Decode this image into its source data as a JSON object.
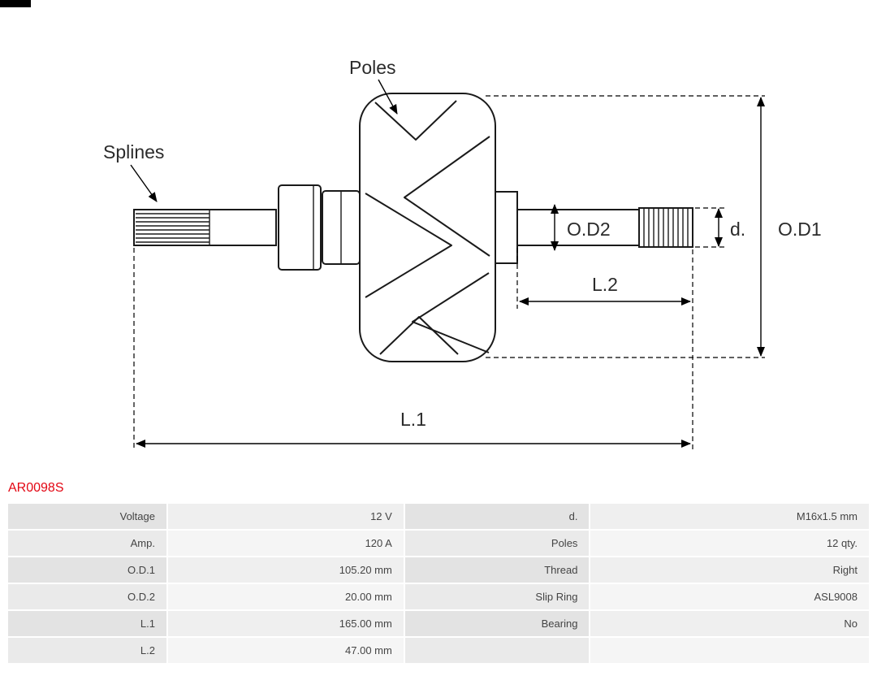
{
  "part_number": "AR0098S",
  "colors": {
    "part_number_red": "#e30613",
    "drawing_line": "#1a1a1a",
    "table_label_bg": "#e3e3e3",
    "table_value_bg": "#efefef"
  },
  "diagram": {
    "labels": {
      "poles": "Poles",
      "splines": "Splines",
      "od2": "O.D2",
      "od1": "O.D1",
      "d": "d.",
      "l2": "L.2",
      "l1": "L.1"
    }
  },
  "table": {
    "rows": [
      {
        "l1": "Voltage",
        "v1": "12 V",
        "l2": "d.",
        "v2": "M16x1.5 mm"
      },
      {
        "l1": "Amp.",
        "v1": "120 A",
        "l2": "Poles",
        "v2": "12 qty."
      },
      {
        "l1": "O.D.1",
        "v1": "105.20 mm",
        "l2": "Thread",
        "v2": "Right"
      },
      {
        "l1": "O.D.2",
        "v1": "20.00 mm",
        "l2": "Slip Ring",
        "v2": "ASL9008"
      },
      {
        "l1": "L.1",
        "v1": "165.00 mm",
        "l2": "Bearing",
        "v2": "No"
      },
      {
        "l1": "L.2",
        "v1": "47.00 mm",
        "l2": "",
        "v2": ""
      }
    ]
  }
}
